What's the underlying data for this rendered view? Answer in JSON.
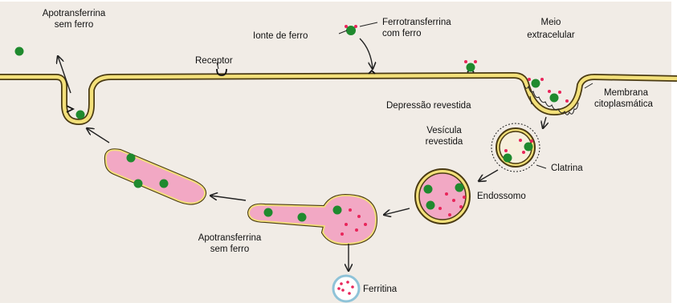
{
  "labels": {
    "apotransferrina_top": [
      "Apotransferrina",
      "sem ferro"
    ],
    "ionte_ferro": "Ionte de ferro",
    "ferrotransferrina": [
      "Ferrotransferrina",
      "com ferro"
    ],
    "meio_extracelular": [
      "Meio",
      "extracelular"
    ],
    "receptor": "Receptor",
    "membrana": [
      "Membrana",
      "citoplasmática"
    ],
    "depressao": "Depressão revestida",
    "vesicula": [
      "Vesícula",
      "revestida"
    ],
    "clatrina": "Clatrina",
    "endossomo": "Endossomo",
    "apotransferrina_bottom": [
      "Apotransferrina",
      "sem ferro"
    ],
    "ferritina": "Ferritina"
  },
  "colors": {
    "paper": "#f1ece6",
    "membrane_outer": "#4a3a12",
    "membrane_fill": "#f3e07a",
    "vesicle_fill": "#f2a8c4",
    "transferrin": "#1f8a2e",
    "iron": "#e8255a",
    "receptor": "#111111",
    "ferritin_ring": "#8fc3d8"
  }
}
